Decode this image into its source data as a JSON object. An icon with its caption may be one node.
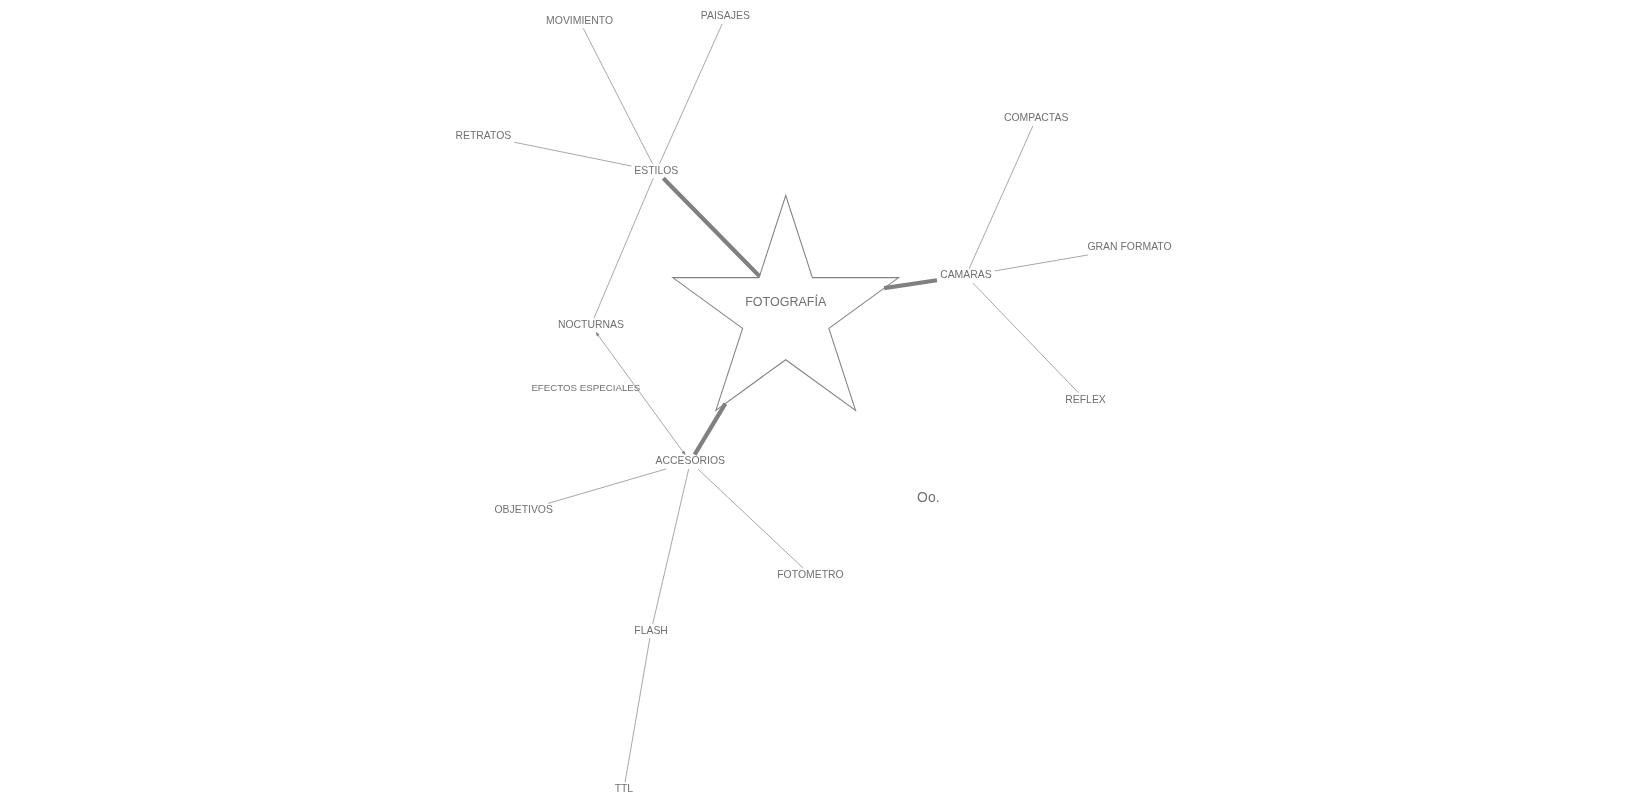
{
  "diagram": {
    "nodes": [
      {
        "text": [
          "FOTOGRAFÍA"
        ]
      },
      {
        "text": [
          "CAMARAS"
        ]
      },
      {
        "text": [
          "REFLEX"
        ]
      },
      {
        "text": [
          "COMPACTAS"
        ]
      },
      {
        "text": [
          "GRAN FORMATO"
        ]
      },
      {
        "text": [
          "ACCESORIOS"
        ]
      },
      {
        "text": [
          "OBJETIVOS"
        ]
      },
      {
        "text": [
          "FOTOMETRO"
        ]
      },
      {
        "text": [
          "FLASH"
        ]
      },
      {
        "text": [
          "TTL"
        ]
      },
      {
        "text": [
          "ESTILOS"
        ]
      },
      {
        "text": [
          "RETRATOS"
        ]
      },
      {
        "text": [
          "PAISAJES"
        ]
      },
      {
        "text": [
          "MOVIMIENTO"
        ]
      },
      {
        "text": [
          "NOCTURNAS"
        ]
      }
    ],
    "edges": [
      {
        "from": 0,
        "to": 1,
        "arrow": "none",
        "style": "thick"
      },
      {
        "from": 1,
        "to": 2,
        "arrow": "none"
      },
      {
        "from": 1,
        "to": 3,
        "arrow": "none"
      },
      {
        "from": 1,
        "to": 4,
        "arrow": "none"
      },
      {
        "from": 0,
        "to": 5,
        "arrow": "none",
        "style": "thick"
      },
      {
        "from": 5,
        "to": 6,
        "arrow": "none"
      },
      {
        "from": 5,
        "to": 7,
        "arrow": "none"
      },
      {
        "from": 5,
        "to": 8,
        "arrow": "none"
      },
      {
        "from": 8,
        "to": 9,
        "arrow": "none"
      },
      {
        "from": 0,
        "to": 10,
        "arrow": "none",
        "style": "thick"
      },
      {
        "from": 10,
        "to": 11,
        "arrow": "none"
      },
      {
        "from": 10,
        "to": 12,
        "arrow": "none"
      },
      {
        "from": 10,
        "to": 13,
        "arrow": "none"
      },
      {
        "from": 10,
        "to": 14,
        "arrow": "none"
      },
      {
        "from": 14,
        "to": 5,
        "arrow": "both",
        "label": "EFECTOS ESPECIALES"
      }
    ],
    "labels": [
      "Oo."
    ]
  }
}
